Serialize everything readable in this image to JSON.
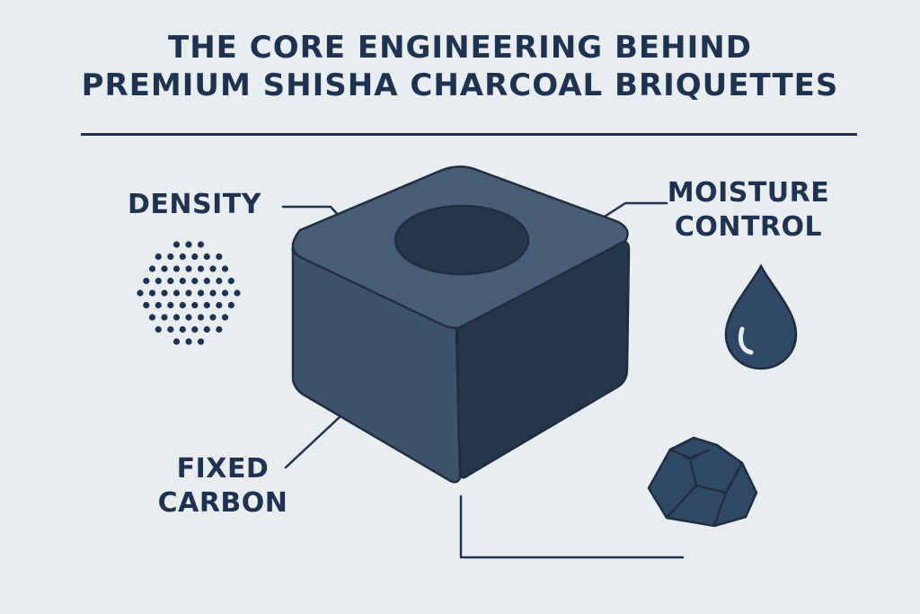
{
  "title": {
    "line1": "THE CORE ENGINEERING BEHIND",
    "line2": "PREMIUM SHISHA CHARCOAL BRIQUETTES"
  },
  "labels": {
    "density": "DENSITY",
    "moisture_line1": "MOISTURE",
    "moisture_line2": "CONTROL",
    "carbon_line1": "FIXED",
    "carbon_line2": "CARBON"
  },
  "icons": {
    "density": "dot-pattern-icon",
    "moisture": "water-drop-icon",
    "carbon": "coal-lump-icon",
    "briquette": "charcoal-cube"
  },
  "colors": {
    "background": "#e9edf0",
    "text": "#1f3350",
    "cube_top": "#4b5e77",
    "cube_left": "#3f526b",
    "cube_right": "#24344a"
  }
}
